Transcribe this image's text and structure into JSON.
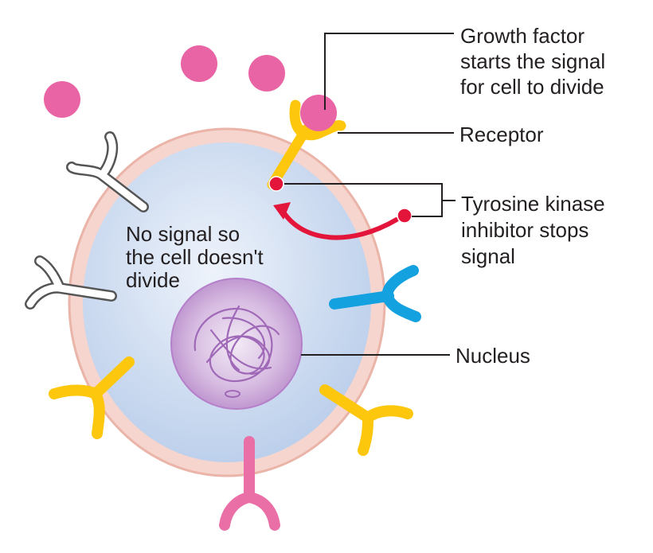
{
  "labels": {
    "growth_factor": [
      "Growth factor",
      "starts the signal",
      "for cell to divide"
    ],
    "receptor": [
      "Receptor"
    ],
    "tki": [
      "Tyrosine kinase",
      "inhibitor stops",
      "signal"
    ],
    "nucleus": [
      "Nucleus"
    ],
    "no_signal": [
      "No signal so",
      "the cell doesn't",
      "divide"
    ]
  },
  "colors": {
    "cell_membrane": "#f2c6bc",
    "cytoplasm": "#c6d6ef",
    "nucleus": "#c99fd6",
    "growth_factor": "#e964a4",
    "receptor_yellow": "#fdc70e",
    "receptor_blue": "#14a1e0",
    "receptor_pink": "#ea6fa6",
    "receptor_white": "#ffffff",
    "inhibitor": "#e3153a",
    "leader": "#231f20"
  }
}
